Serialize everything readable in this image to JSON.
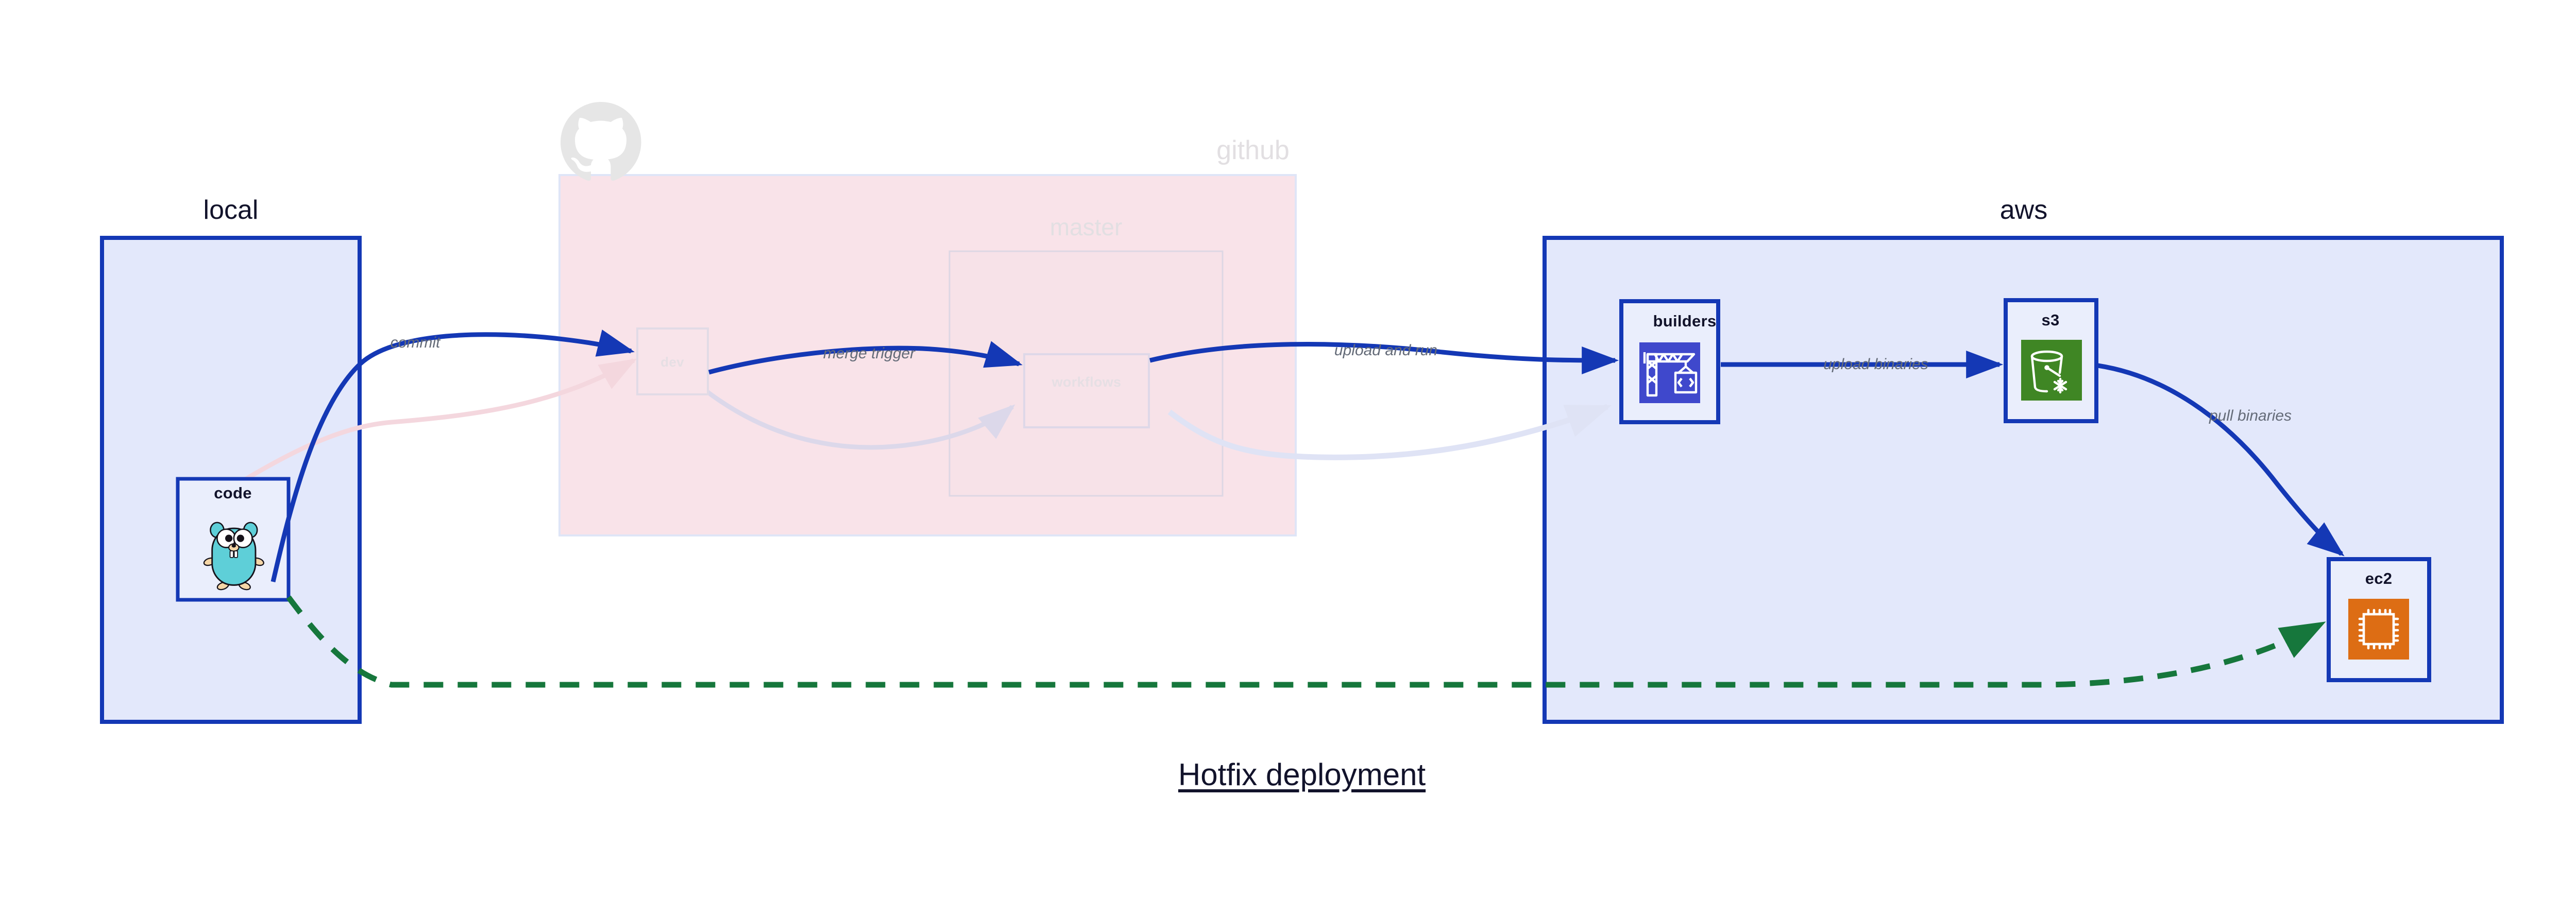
{
  "title": {
    "text": "Hotfix deployment"
  },
  "zones": [
    {
      "id": "local",
      "label": "local",
      "fill": "#e3e8fb",
      "stroke": "#1438b5",
      "faded": false
    },
    {
      "id": "github",
      "label": "github",
      "fill": "#f9e3e9",
      "stroke": "#dfe5f7",
      "faded": true
    },
    {
      "id": "aws",
      "label": "aws",
      "fill": "#e3e8fb",
      "stroke": "#1438b5",
      "faded": false
    }
  ],
  "subzones": [
    {
      "id": "master",
      "label": "master",
      "fill": "#f7e2e8",
      "stroke": "#ded7e4",
      "faded": true
    }
  ],
  "nodes": [
    {
      "id": "code",
      "label": "code",
      "icon": "go-gopher-icon",
      "faded": false
    },
    {
      "id": "dev",
      "label": "dev",
      "icon": "none",
      "faded": true
    },
    {
      "id": "workflows",
      "label": "workflows",
      "icon": "none",
      "faded": true
    },
    {
      "id": "builders",
      "label": "builders",
      "icon": "crane-code-icon",
      "icon_color": "#3f48cc",
      "faded": false
    },
    {
      "id": "s3",
      "label": "s3",
      "icon": "s3-glacier-bucket-icon",
      "icon_color": "#3f8624",
      "faded": false
    },
    {
      "id": "ec2",
      "label": "ec2",
      "icon": "ec2-cpu-chip-icon",
      "icon_color": "#dd6d14",
      "faded": false
    }
  ],
  "edges": [
    {
      "id": "commit",
      "label": "commit",
      "from": "code",
      "to": "dev",
      "style": "solid",
      "color": "#1438b5",
      "faded": false
    },
    {
      "id": "merge-trigger",
      "label": "merge trigger",
      "from": "dev",
      "to": "workflows",
      "style": "solid",
      "color": "#1438b5",
      "faded": false
    },
    {
      "id": "upload-and-run",
      "label": "upload and run",
      "from": "workflows",
      "to": "builders",
      "style": "solid",
      "color": "#1438b5",
      "faded": false
    },
    {
      "id": "upload-binaries",
      "label": "upload binaries",
      "from": "builders",
      "to": "s3",
      "style": "solid",
      "color": "#1438b5",
      "faded": false
    },
    {
      "id": "pull-binaries",
      "label": "pull binaries",
      "from": "s3",
      "to": "ec2",
      "style": "solid",
      "color": "#1438b5",
      "faded": false
    },
    {
      "id": "hotfix-direct",
      "label": "",
      "from": "code",
      "to": "ec2",
      "style": "dashed",
      "color": "#16773c",
      "faded": false
    },
    {
      "id": "faded-code-dev",
      "label": "",
      "from": "code",
      "to": "dev",
      "style": "solid",
      "color": "#f4d7de",
      "faded": true
    },
    {
      "id": "faded-dev-workflows",
      "label": "",
      "from": "dev",
      "to": "workflows",
      "style": "solid",
      "color": "#dcd8ea",
      "faded": true
    },
    {
      "id": "faded-wf-builders",
      "label": "",
      "from": "workflows",
      "to": "builders",
      "style": "solid",
      "color": "#dfe3f5",
      "faded": true
    }
  ],
  "colors": {
    "primary_blue": "#1438b5",
    "zone_blue_fill": "#e3e8fb",
    "github_pink_fill": "#f9e3e9",
    "green_dashed": "#16773c",
    "label_gray": "#646b78",
    "title_dark": "#12132b",
    "faded_gray": "#e2dfe2"
  }
}
